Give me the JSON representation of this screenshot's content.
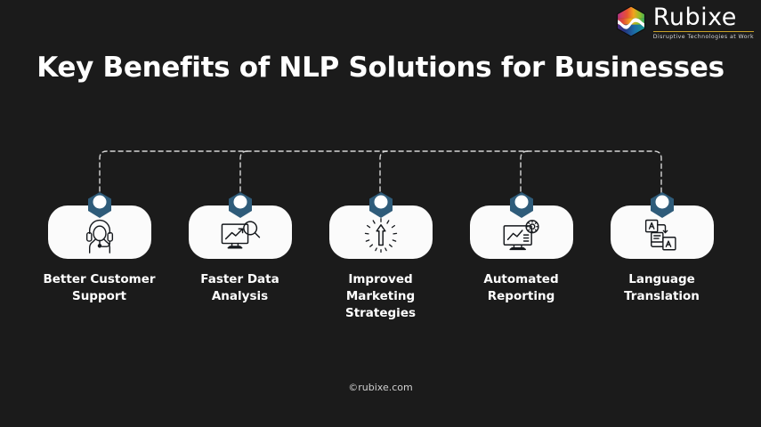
{
  "brand": {
    "name": "Rubixe",
    "tagline": "Disruptive Technologies at Work",
    "logo_icon": "hexagon-prism-logo-icon",
    "accent_rule_color": "#c9a227"
  },
  "header": {
    "title": "Key Benefits of NLP Solutions for Businesses"
  },
  "theme": {
    "background": "#1b1b1b",
    "card_background": "#fbfbfb",
    "pin_color": "#2f5c7a",
    "pin_dot_color": "#ffffff",
    "connector_color": "#d6d6d6",
    "text_color": "#ffffff"
  },
  "benefits": [
    {
      "index": 1,
      "label": "Better Customer\nSupport",
      "icon": "headset-support-agent-icon"
    },
    {
      "index": 2,
      "label": "Faster Data\nAnalysis",
      "icon": "monitor-chart-magnifier-icon"
    },
    {
      "index": 3,
      "label": "Improved Marketing\nStrategies",
      "icon": "rising-arrow-rays-icon"
    },
    {
      "index": 4,
      "label": "Automated\nReporting",
      "icon": "monitor-report-gear-icon"
    },
    {
      "index": 5,
      "label": "Language\nTranslation",
      "icon": "translation-documents-icon"
    }
  ],
  "footer": {
    "copyright": "©rubixe.com"
  }
}
